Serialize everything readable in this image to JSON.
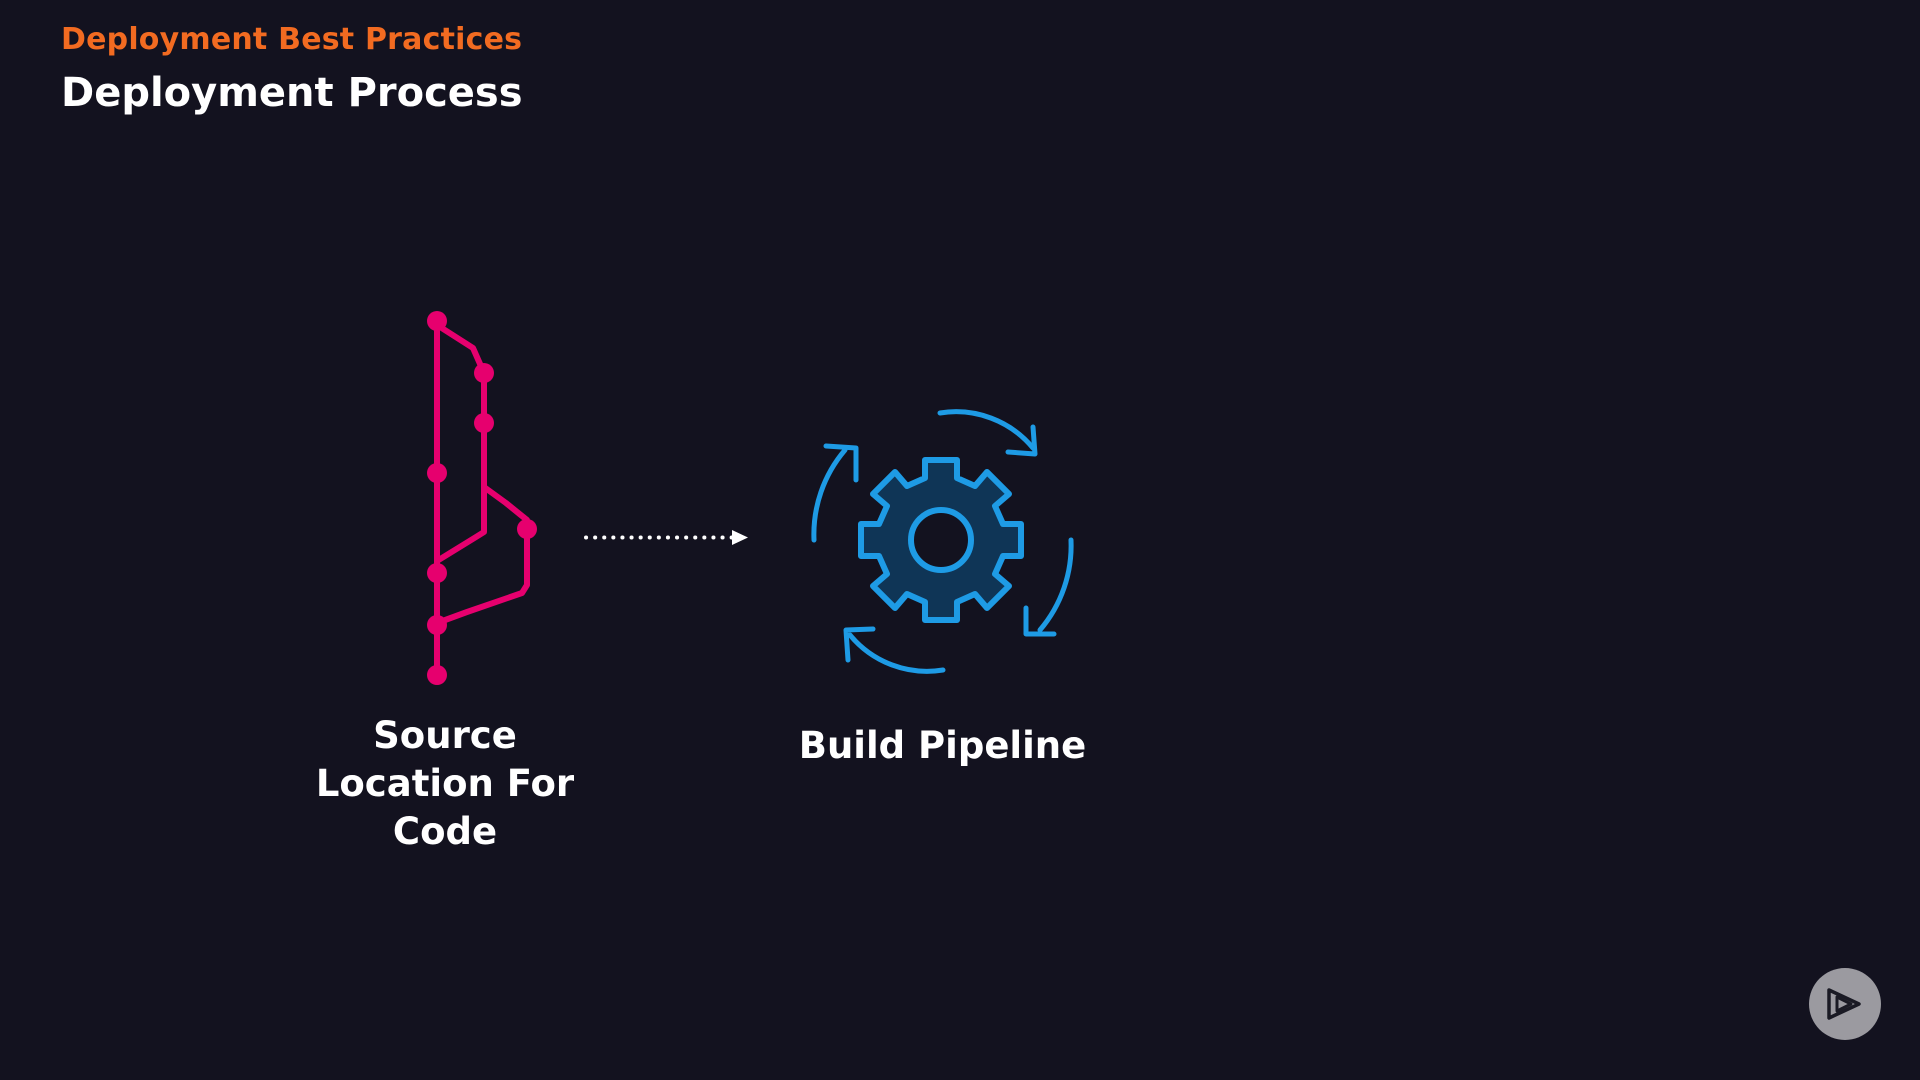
{
  "header": {
    "course_title": "Deployment Best Practices",
    "module_title": "Deployment Process"
  },
  "diagram": {
    "nodes": [
      {
        "id": "source",
        "label": "Source\nLocation For\nCode",
        "icon": "git-branch-icon"
      },
      {
        "id": "build",
        "label": "Build Pipeline",
        "icon": "gear-cycle-icon"
      }
    ],
    "edges": [
      {
        "from": "source",
        "to": "build",
        "style": "dotted-arrow"
      }
    ]
  },
  "colors": {
    "background": "#13121f",
    "accent_orange": "#f26b21",
    "git_pink": "#e6006e",
    "gear_blue": "#1e9be5",
    "gear_fill": "#0f3556",
    "text": "#ffffff"
  },
  "player": {
    "play_icon": "play-icon"
  }
}
